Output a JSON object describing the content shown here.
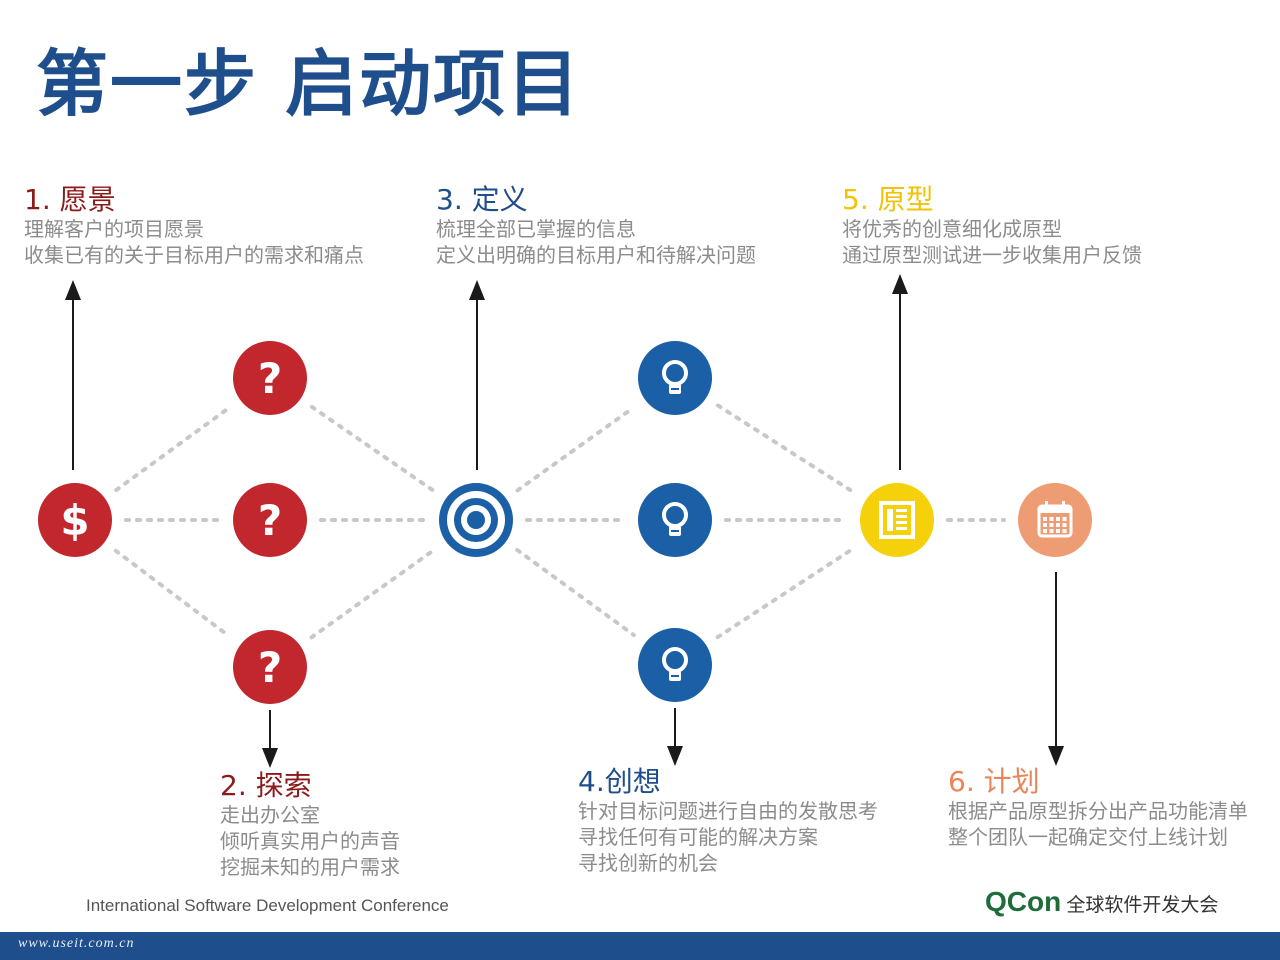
{
  "title": "第一步 启动项目",
  "colors": {
    "red": "#c1272d",
    "blue": "#1b5fa7",
    "yellow": "#f5d10c",
    "orange": "#ee9c74",
    "dots": "#c8c8c8",
    "arrow": "#1a1a1a"
  },
  "steps": [
    {
      "title": "1. 愿景",
      "color": "#8b1a1a",
      "lines": [
        "理解客户的项目愿景",
        "收集已有的关于目标用户的需求和痛点"
      ]
    },
    {
      "title": "2. 探索",
      "color": "#8b1a1a",
      "lines": [
        "走出办公室",
        "倾听真实用户的声音",
        "挖掘未知的用户需求"
      ]
    },
    {
      "title": "3. 定义",
      "color": "#1f4e8c",
      "lines": [
        "梳理全部已掌握的信息",
        "定义出明确的目标用户和待解决问题"
      ]
    },
    {
      "title": "4.创想",
      "color": "#1f4e8c",
      "lines": [
        "针对目标问题进行自由的发散思考",
        "寻找任何有可能的解决方案",
        "寻找创新的机会"
      ]
    },
    {
      "title": "5. 原型",
      "color": "#f0c20a",
      "lines": [
        "将优秀的创意细化成原型",
        "通过原型测试进一步收集用户反馈"
      ]
    },
    {
      "title": "6. 计划",
      "color": "#e8865a",
      "lines": [
        "根据产品原型拆分出产品功能清单",
        "整个团队一起确定交付上线计划"
      ]
    }
  ],
  "nodes": [
    {
      "name": "vision-dollar-icon",
      "icon": "dollar",
      "fill": "#c1272d"
    },
    {
      "name": "explore-question-icon-top",
      "icon": "question",
      "fill": "#c1272d"
    },
    {
      "name": "explore-question-icon-middle",
      "icon": "question",
      "fill": "#c1272d"
    },
    {
      "name": "explore-question-icon-bottom",
      "icon": "question",
      "fill": "#c1272d"
    },
    {
      "name": "define-target-icon",
      "icon": "target",
      "fill": "#1b5fa7"
    },
    {
      "name": "ideate-lightbulb-icon-top",
      "icon": "bulb",
      "fill": "#1b5fa7"
    },
    {
      "name": "ideate-lightbulb-icon-middle",
      "icon": "bulb",
      "fill": "#1b5fa7"
    },
    {
      "name": "ideate-lightbulb-icon-bottom",
      "icon": "bulb",
      "fill": "#1b5fa7"
    },
    {
      "name": "prototype-layout-icon",
      "icon": "layout",
      "fill": "#f5d10c"
    },
    {
      "name": "plan-calendar-icon",
      "icon": "calendar",
      "fill": "#ee9c74"
    }
  ],
  "footer": {
    "conference": "International Software Development Conference",
    "qcon_logo": "QCon",
    "qcon_text": "全球软件开发大会",
    "website": "www.useit.com.cn"
  }
}
